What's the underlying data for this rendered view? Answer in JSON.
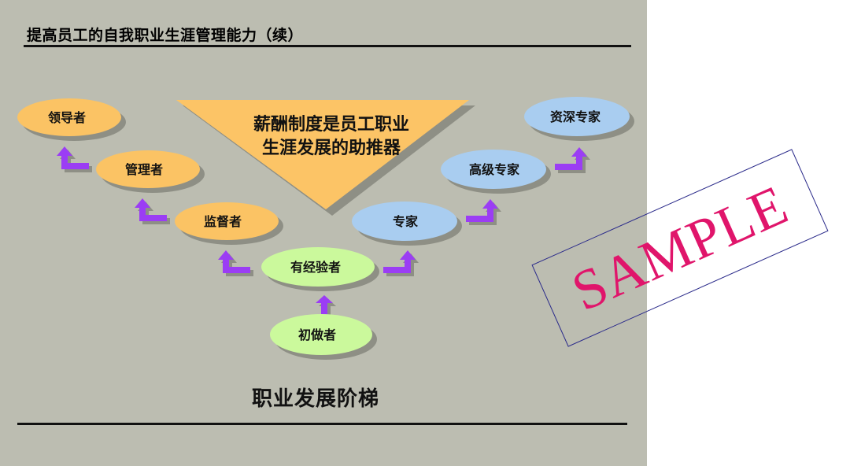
{
  "slide": {
    "title": "提高员工的自我职业生涯管理能力（续）",
    "footer": "职业发展阶梯",
    "stamp": "SAMPLE"
  },
  "diagram": {
    "center_text": [
      "薪酬制度是员工职业",
      "生涯发展的助推器"
    ],
    "left_ladder": [
      "领导者",
      "管理者",
      "监督者"
    ],
    "base": [
      "有经验者",
      "初做者"
    ],
    "right_ladder": [
      "专家",
      "高级专家",
      "资深专家"
    ]
  },
  "colors": {
    "background": "#bcbdb1",
    "management_oval": "#fbc364",
    "expert_oval": "#a9cdf0",
    "base_oval": "#cbf99c",
    "arrow": "#9b3df4",
    "triangle": "#fcc466",
    "stamp_text": "#e0156b"
  }
}
